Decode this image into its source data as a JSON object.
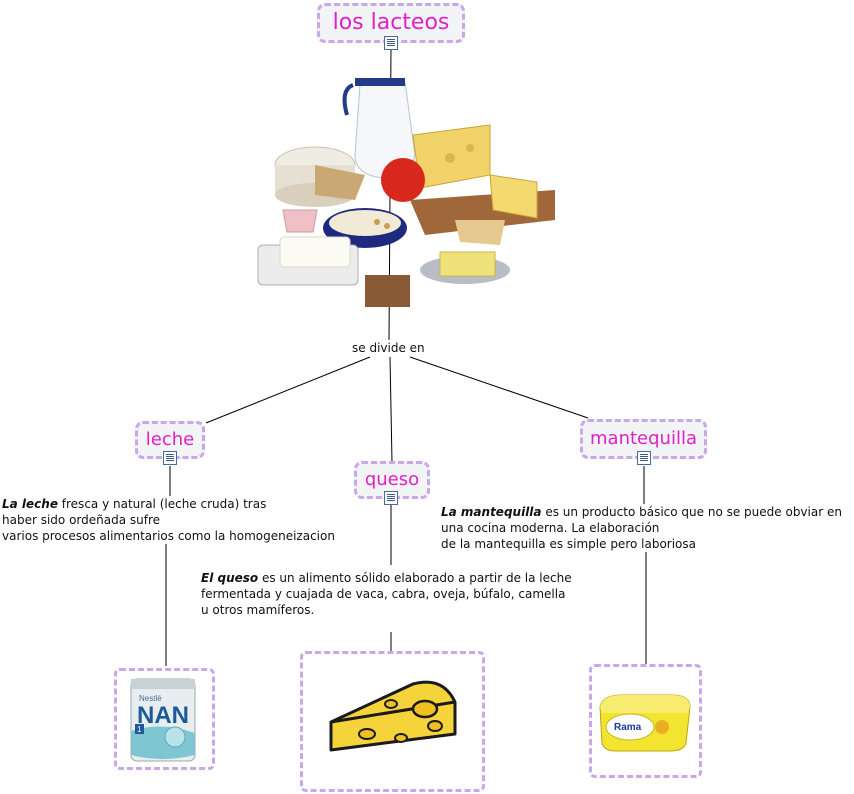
{
  "root": {
    "label": "los lacteos"
  },
  "linking_phrase": "se divide en",
  "branches": {
    "leche": {
      "label": "leche",
      "desc_term": "La leche",
      "desc_lines": [
        " fresca y natural (leche cruda) tras",
        "haber sido ordeñada sufre",
        "varios procesos alimentarios como la homogeneizacion"
      ],
      "image": {
        "brand": "Nestlé",
        "product": "NAN",
        "number": "1"
      }
    },
    "queso": {
      "label": "queso",
      "desc_term": "El queso",
      "desc_lines": " es un alimento sólido elaborado a partir de la leche",
      "desc_line2": " fermentada y cuajada de vaca, cabra, oveja, búfalo, camella",
      "desc_line3": "u otros mamíferos."
    },
    "mantequilla": {
      "label": "mantequilla",
      "desc_term": "La mantequilla",
      "desc_line1": " es un producto básico que no se puede obviar en",
      "desc_line2": "una cocina moderna. La elaboración",
      "desc_line3": "de la mantequilla es simple pero laboriosa",
      "image": {
        "brand": "Rama"
      }
    }
  },
  "colors": {
    "node_text": "#e020c8",
    "node_border": "#c9a8e8",
    "node_bg": "#f2f4f6"
  }
}
